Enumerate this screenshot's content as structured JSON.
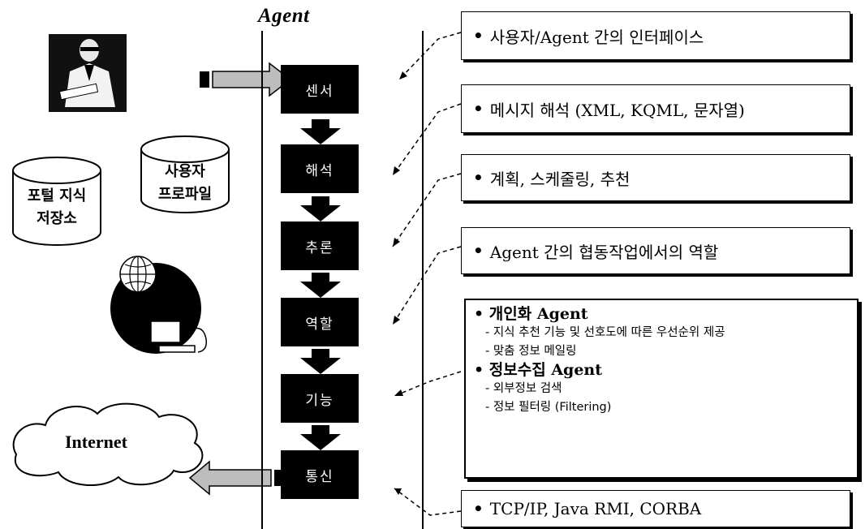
{
  "agent_label": "Agent",
  "stages": [
    "센서",
    "해석",
    "추론",
    "역할",
    "기능",
    "통신"
  ],
  "callouts": {
    "sensor": "사용자/Agent 간의 인터페이스",
    "interpret": "메시지 해석 (XML, KQML, 문자열)",
    "reason": "계획, 스케줄링, 추천",
    "role": "Agent 간의 협동작업에서의 역할",
    "comm": "TCP/IP, Java RMI, CORBA"
  },
  "bullet": "•",
  "agent_types": {
    "personal_title": "개인화 Agent",
    "personal_items": [
      "- 지식 추천 기능 및 선호도에 따른 우선순위 제공",
      "- 맞춤 정보 메일링"
    ],
    "collect_title": "정보수집 Agent",
    "collect_items": [
      "- 외부정보 검색",
      "- 정보 필터링 (Filtering)"
    ]
  },
  "stores": {
    "portal_line1": "포털 지식",
    "portal_line2": "저장소",
    "profile_line1": "사용자",
    "profile_line2": "프로파일"
  },
  "internet_label": "Internet"
}
